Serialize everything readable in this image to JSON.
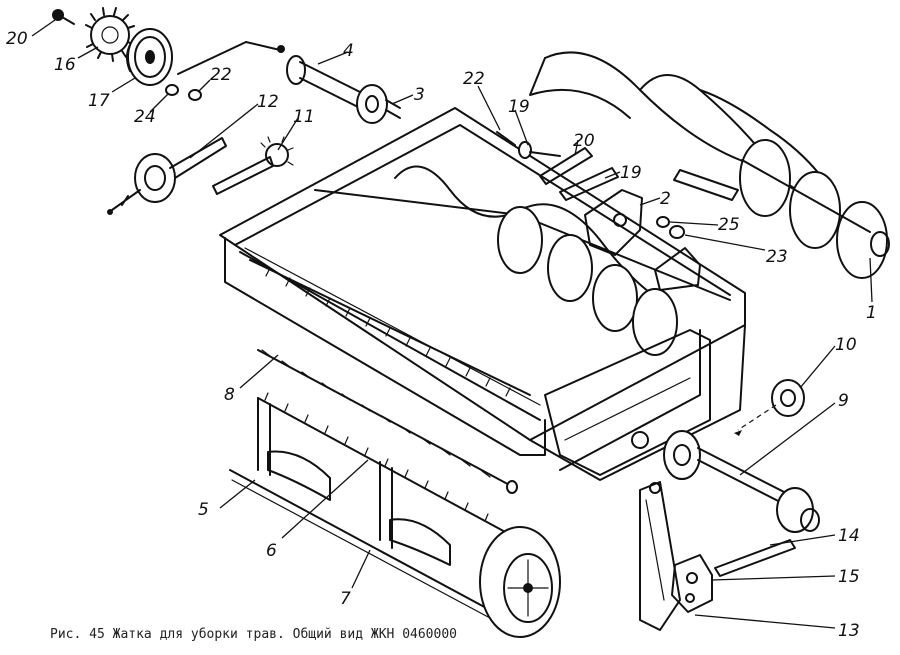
{
  "caption": "Рис. 45 Жатка для уборки трав. Общий вид ЖКН 0460000",
  "callouts": {
    "c1": "1",
    "c2": "2",
    "c3": "3",
    "c4": "4",
    "c5": "5",
    "c6": "6",
    "c7": "7",
    "c8": "8",
    "c9": "9",
    "c10": "10",
    "c11": "11",
    "c12": "12",
    "c13": "13",
    "c14": "14",
    "c15": "15",
    "c16": "16",
    "c17": "17",
    "c19a": "19",
    "c19b": "19",
    "c20a": "20",
    "c20b": "20",
    "c22a": "22",
    "c22b": "22",
    "c23": "23",
    "c24": "24",
    "c25": "25"
  }
}
